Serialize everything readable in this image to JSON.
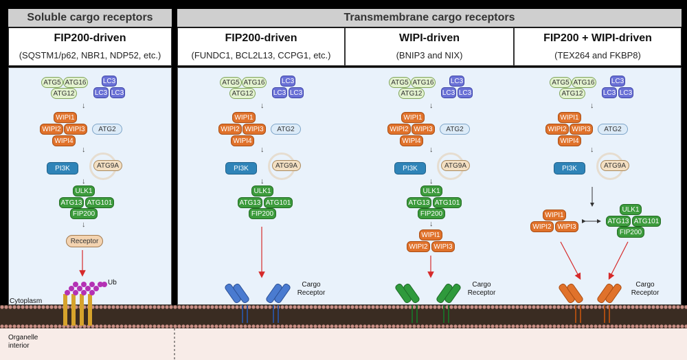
{
  "headers": {
    "left": "Soluble cargo receptors",
    "right": "Transmembrane cargo receptors"
  },
  "columns": [
    {
      "title": "FIP200-driven",
      "subtitle": "(SQSTM1/p62, NBR1, NDP52, etc.)"
    },
    {
      "title": "FIP200-driven",
      "subtitle": "(FUNDC1, BCL2L13, CCPG1, etc.)"
    },
    {
      "title": "WIPI-driven",
      "subtitle": "(BNIP3 and NIX)"
    },
    {
      "title": "FIP200 + WIPI-driven",
      "subtitle": "(TEX264 and FKBP8)"
    }
  ],
  "proteins": {
    "atg5": "ATG5",
    "atg16": "ATG16",
    "atg12": "ATG12",
    "lc3": "LC3",
    "wipi1": "WIPI1",
    "wipi2": "WIPI2",
    "wipi3": "WIPI3",
    "wipi4": "WIPI4",
    "atg2": "ATG2",
    "pi3k": "PI3K",
    "atg9a": "ATG9A",
    "ulk1": "ULK1",
    "atg13": "ATG13",
    "atg101": "ATG101",
    "fip200": "FIP200",
    "receptor": "Receptor"
  },
  "labels": {
    "ub": "Ub",
    "cargo_receptor": "Cargo\nReceptor",
    "cytoplasm": "Cytoplasm",
    "organelle_interior": "Organelle\ninterior"
  },
  "colors": {
    "membrane_dark": "#3a2c22",
    "membrane_lipid": "#c98f86",
    "organelle_bg": "#f8ece8",
    "panel_bg": "#e9f2fb",
    "arrow_red": "#d62a2a",
    "receptor_blue": "#4a7bd0",
    "receptor_green": "#2f9a3c",
    "receptor_orange": "#e0722b",
    "ub_purple": "#b432b4",
    "ub_stalk": "#d6a32c"
  }
}
